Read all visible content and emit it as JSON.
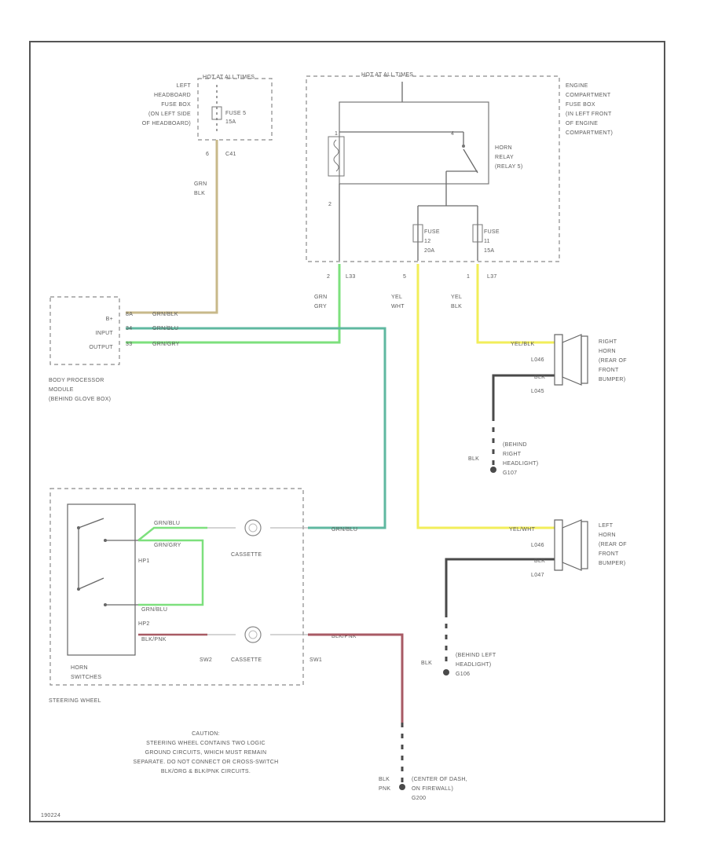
{
  "fuse_panel_top": {
    "header": "HOT AT ALL TIMES",
    "location": [
      "LEFT",
      "HEADBOARD",
      "FUSE BOX",
      "(ON LEFT SIDE",
      "OF HEADBOARD)"
    ],
    "fuse": [
      "FUSE 5",
      "15A"
    ],
    "connector": "C41",
    "pin": "6"
  },
  "wire_a": [
    "GRN",
    "BLK"
  ],
  "engine_box": {
    "header": "HOT AT ALL TIMES",
    "location": [
      "ENGINE",
      "COMPARTMENT",
      "FUSE BOX",
      "(IN LEFT FRONT",
      "OF ENGINE",
      "COMPARTMENT)"
    ],
    "relay": [
      "HORN",
      "RELAY",
      "(RELAY 5)"
    ],
    "fuse12": [
      "FUSE",
      "12",
      "20A"
    ],
    "fuse11": [
      "FUSE",
      "11",
      "15A"
    ],
    "pin_left": "2",
    "pin_mid": "5",
    "pin_right": "1"
  },
  "connectors": {
    "left": "L33",
    "right": "L37"
  },
  "wires": {
    "grn_gry": [
      "GRN",
      "GRY"
    ],
    "yel_wht": [
      "YEL",
      "WHT"
    ],
    "yel_blk": [
      "YEL",
      "BLK"
    ]
  },
  "bpm": {
    "pins": [
      "B+",
      "INPUT",
      "OUTPUT"
    ],
    "wire_labels": [
      "GRN/BLK",
      "GRN/BLU",
      "GRN/GRY"
    ],
    "pin_nums": [
      "8A",
      "34",
      "33"
    ],
    "name": [
      "BODY PROCESSOR",
      "MODULE",
      "(BEHIND GLOVE BOX)"
    ]
  },
  "right_horn": {
    "name": [
      "RIGHT",
      "HORN",
      "(REAR OF",
      "FRONT",
      "BUMPER)"
    ],
    "wire1": "YEL/BLK",
    "conn1": "L046",
    "wire2": "BLK",
    "conn2": "L045",
    "ground_wire": "BLK",
    "ground": [
      "(BEHIND",
      "RIGHT",
      "HEADLIGHT)",
      "G107"
    ]
  },
  "left_horn": {
    "name": [
      "LEFT",
      "HORN",
      "(REAR OF",
      "FRONT",
      "BUMPER)"
    ],
    "wire1": "YEL/WHT",
    "conn1": "L046",
    "wire2": "BLK",
    "conn2": "L047",
    "ground_wire": "BLK",
    "ground": [
      "(BEHIND LEFT",
      "HEADLIGHT)",
      "G106"
    ]
  },
  "steering": {
    "wire_labels": [
      "GRN/BLU",
      "GRN/GRY",
      "GRN/BLU",
      "BLK/PNK",
      "GRN/BLU",
      "BLK/PNK"
    ],
    "hp1": "HP1",
    "hp2": "HP2",
    "cassette": "CASSETTE",
    "sw2": "SW2",
    "sw1": "SW1",
    "horn_switches": [
      "HORN",
      "SWITCHES"
    ],
    "label": "STEERING WHEEL"
  },
  "caution": [
    "CAUTION:",
    "STEERING WHEEL CONTAINS TWO LOGIC",
    "GROUND CIRCUITS, WHICH MUST REMAIN",
    "SEPARATE. DO NOT CONNECT OR CROSS-SWITCH",
    "BLK/ORG & BLK/PNK CIRCUITS."
  ],
  "ground_g200": {
    "wire": [
      "BLK",
      "PNK"
    ],
    "loc": [
      "(CENTER OF DASH,",
      "ON FIREWALL)",
      "G200"
    ]
  },
  "figure_id": "190224",
  "colors": {
    "grn_blk": "#c8b98a",
    "grn_blu": "#5fb8a0",
    "grn_gry": "#7de07d",
    "yellow": "#f2ee5a",
    "black": "#4a4a4a",
    "blk_pnk": "#a85a64"
  }
}
